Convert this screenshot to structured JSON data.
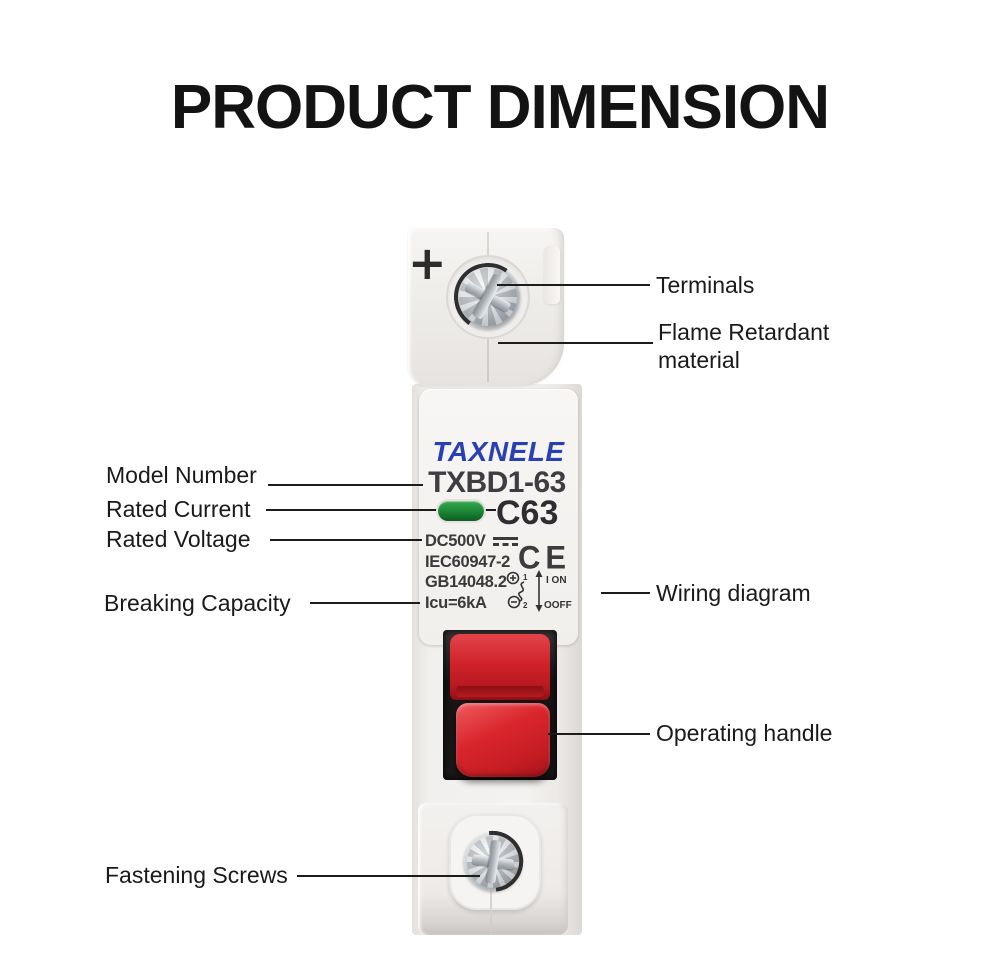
{
  "title": "PRODUCT DIMENSION",
  "device": {
    "brand": "TAXNELE",
    "model": "TXBD1-63",
    "current_rating": "C63",
    "polarity_mark": "+",
    "specs": {
      "voltage": "DC500V",
      "standard_iec": "IEC60947-2",
      "standard_gb": "GB14048.2",
      "breaking_capacity": "Icu=6kA"
    },
    "certification": "CE",
    "wiring": {
      "terminal_top": "1",
      "terminal_bottom": "2",
      "on_label": "I ON",
      "off_label": "OOFF"
    }
  },
  "annotations": {
    "terminals": "Terminals",
    "flame_retardant_line1": "Flame Retardant",
    "flame_retardant_line2": "material",
    "model_number": "Model Number",
    "rated_current": "Rated Current",
    "rated_voltage": "Rated Voltage",
    "breaking_capacity": "Breaking Capacity",
    "wiring_diagram": "Wiring diagram",
    "operating_handle": "Operating handle",
    "fastening_screws": "Fastening Screws"
  },
  "colors": {
    "brand_blue": "#2840b4",
    "handle_red": "#d6262c",
    "indicator_green": "#1e8c3a",
    "text_dark": "#1a1a1a"
  }
}
